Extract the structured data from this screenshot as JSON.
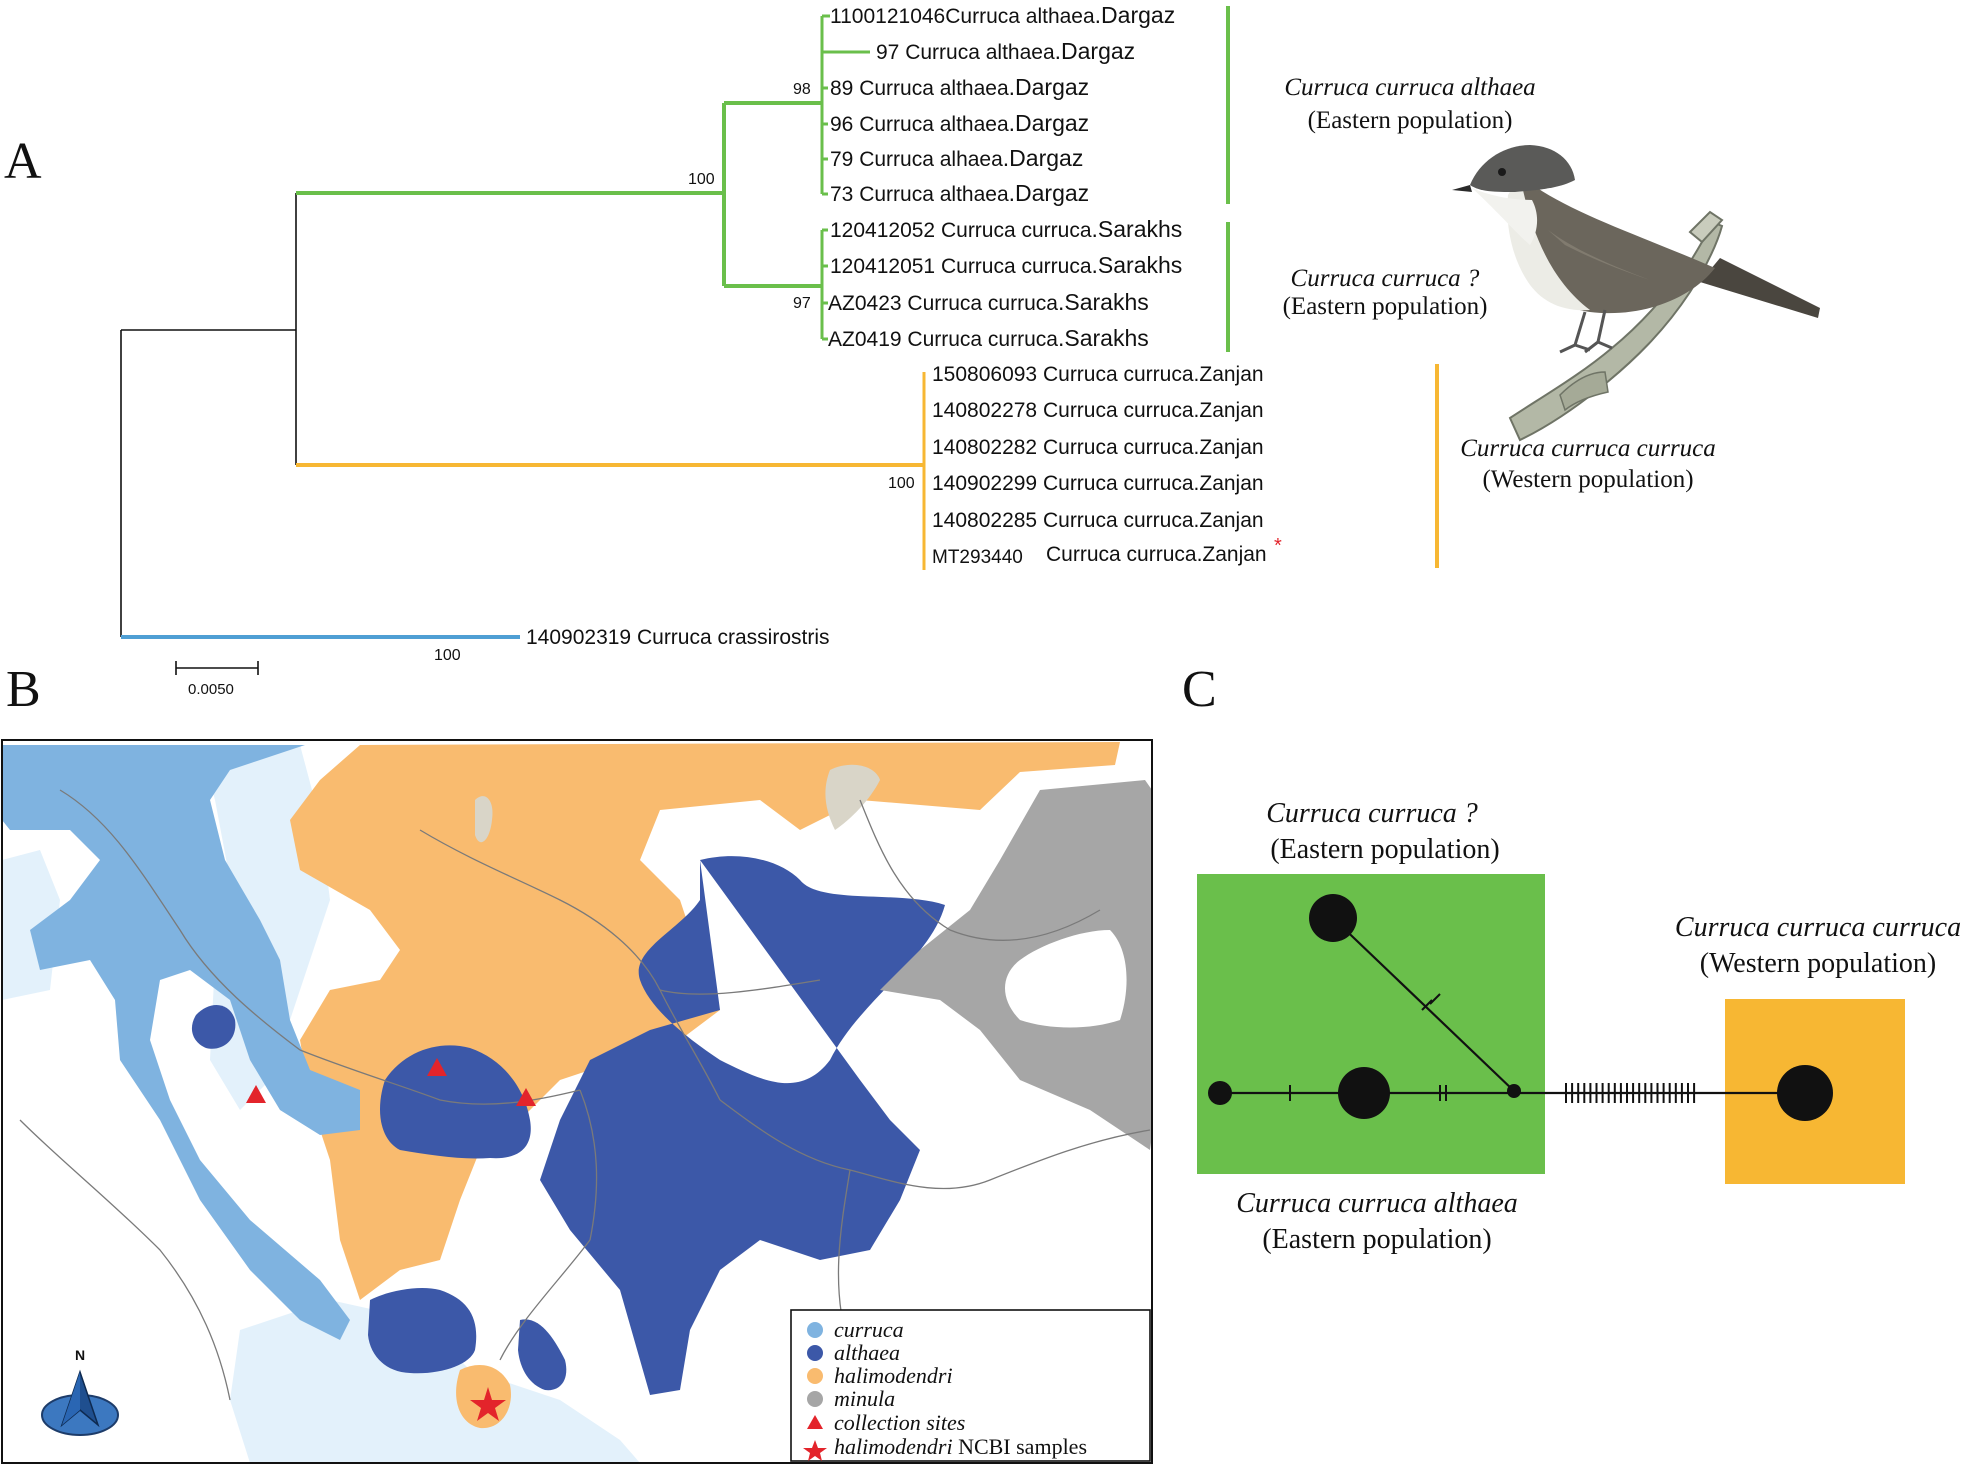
{
  "panels": {
    "a": "A",
    "b": "B",
    "c": "C"
  },
  "colors": {
    "eastern_green": "#6abf4b",
    "western_orange": "#f7b733",
    "outgroup_blue": "#4f9fd4",
    "currucа_light_blue": "#7fb3e0",
    "althaea_dark_blue": "#3c58a8",
    "halimodendri_orange": "#f9bb6f",
    "minula_grey": "#a6a6a6",
    "sea": "#e3f1fb",
    "collection_red": "#e3242b"
  },
  "tree": {
    "bootstrap": {
      "dargaz": "98",
      "eastern": "100",
      "sarakhs": "97",
      "zanjan": "100",
      "crassirostris": "100"
    },
    "scale_label": "0.0050",
    "dargaz_taxa": [
      {
        "id": "1100121046",
        "name": "Curruca althaea",
        "loc": ".Dargaz"
      },
      {
        "id": "97",
        "name": "Curruca althaea",
        "loc": ".Dargaz"
      },
      {
        "id": "89",
        "name": "Curruca althaea",
        "loc": ".Dargaz"
      },
      {
        "id": "96",
        "name": "Curruca althaea",
        "loc": ".Dargaz"
      },
      {
        "id": "79",
        "name": "Curruca alhaea",
        "loc": ".Dargaz"
      },
      {
        "id": "73",
        "name": "Curruca althaea",
        "loc": ".Dargaz"
      }
    ],
    "sarakhs_taxa": [
      {
        "id": "120412052",
        "name": "Curruca curruca",
        "loc": ".Sarakhs"
      },
      {
        "id": "120412051",
        "name": "Curruca curruca",
        "loc": ".Sarakhs"
      },
      {
        "id": "AZ0423",
        "name": "Curruca curruca",
        "loc": ".Sarakhs"
      },
      {
        "id": "AZ0419",
        "name": "Curruca curruca",
        "loc": ".Sarakhs"
      }
    ],
    "zanjan_taxa": [
      {
        "id": "150806093",
        "name": "Curruca curruca",
        "loc": ".Zanjan"
      },
      {
        "id": "140802278",
        "name": "Curruca curruca",
        "loc": ".Zanjan"
      },
      {
        "id": "140802282",
        "name": "Curruca curruca",
        "loc": ".Zanjan"
      },
      {
        "id": "140902299",
        "name": "Curruca curruca",
        "loc": ".Zanjan"
      },
      {
        "id": "140802285",
        "name": "Curruca curruca",
        "loc": ".Zanjan"
      },
      {
        "id": "MT293440",
        "name": "Curruca curruca",
        "loc": ".Zanjan"
      }
    ],
    "ncbi_marker": "*",
    "outgroup": {
      "id": "140902319",
      "name": "Curruca crassirostris"
    }
  },
  "groups": {
    "althaea": {
      "name": "Curruca curruca althaea",
      "pop": "(Eastern population)"
    },
    "unknown": {
      "name": "Curruca curruca ?",
      "pop": "(Eastern population)"
    },
    "curruca": {
      "name": "Curruca curruca curruca",
      "pop": "(Western population)"
    }
  },
  "map": {
    "north": "N",
    "legend": [
      {
        "key": "curruca",
        "label": "curruca",
        "suffix": "",
        "italic": true
      },
      {
        "key": "althaea",
        "label": "althaea",
        "suffix": "",
        "italic": true
      },
      {
        "key": "halimodendri",
        "label": "halimodendri",
        "suffix": "",
        "italic": true
      },
      {
        "key": "minula",
        "label": "minula",
        "suffix": "",
        "italic": true
      },
      {
        "key": "collection",
        "label": "collection sites",
        "suffix": "",
        "italic": true
      },
      {
        "key": "ncbi",
        "label": "halimodendri",
        "suffix": " NCBI samples",
        "italic": true
      }
    ]
  },
  "network": {
    "top_label": {
      "name": "Curruca curruca  ?",
      "pop": "(Eastern population)"
    },
    "bottom_label": {
      "name": "Curruca curruca althaea",
      "pop": "(Eastern population)"
    },
    "right_label": {
      "name": "Curruca curruca curruca",
      "pop": "(Western population)"
    },
    "mutation_ticks": 22
  }
}
